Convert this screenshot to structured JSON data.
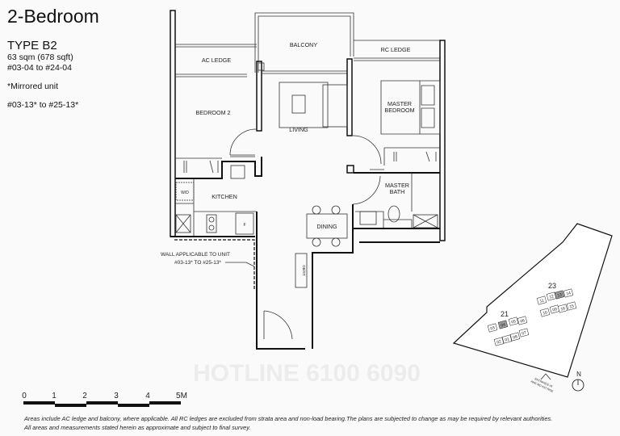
{
  "header": {
    "title": "2-Bedroom",
    "type": "TYPE B2",
    "area": "63 sqm (678 sqft)",
    "units": "#03-04 to #24-04",
    "mirrored_note": "*Mirrored unit",
    "mirrored_units": "#03-13* to #25-13*"
  },
  "rooms": {
    "ac_ledge": "AC LEDGE",
    "balcony": "BALCONY",
    "rc_ledge": "RC LEDGE",
    "bedroom2": "BEDROOM 2",
    "living": "LIVING",
    "master_bedroom_1": "MASTER",
    "master_bedroom_2": "BEDROOM",
    "kitchen": "KITCHEN",
    "wd": "W/D",
    "fridge": "F",
    "master_bath_1": "MASTER",
    "master_bath_2": "BATH",
    "dining": "DINING",
    "dbst": "DB/ST"
  },
  "wall_note": {
    "line1": "WALL APPLICABLE TO UNIT",
    "line2": "#03-13* TO #25-13*"
  },
  "watermark": "HOTLINE 6100 6090",
  "scale_bar": {
    "labels": [
      "0",
      "1",
      "2",
      "3",
      "4",
      "5M"
    ]
  },
  "site_plan": {
    "block_21": "21",
    "block_23": "23",
    "block_21_units": [
      "03",
      "04",
      "05",
      "06",
      "02",
      "01",
      "08",
      "07"
    ],
    "block_23_units": [
      "11",
      "12",
      "13",
      "14",
      "10",
      "09",
      "16",
      "15"
    ],
    "highlighted_units": [
      "04",
      "13"
    ],
    "entrance_1": "ENTRANCE AT",
    "entrance_2": "ANG MO KIO RISE",
    "north": "N"
  },
  "disclaimer": {
    "line1": "Areas include AC ledge and balcony, where applicable. All RC ledges are excluded from strata area and non-load bearing.The plans are subjected to change as may be required by relevant authorities.",
    "line2": "All areas and measurements stated herein as approximate and subject to final survey."
  },
  "colors": {
    "wall": "#111111",
    "highlight": "#999999",
    "watermark": "#ececec"
  }
}
